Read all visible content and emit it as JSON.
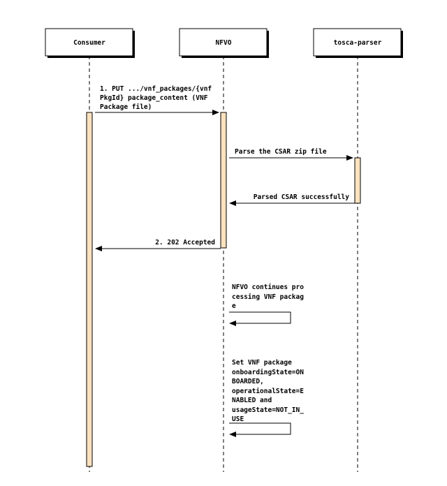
{
  "actors": {
    "consumer": "Consumer",
    "nfvo": "NFVO",
    "tosca_parser": "tosca-parser"
  },
  "messages": {
    "m1": [
      "1. PUT .../vnf_packages/{vnf",
      "PkgId} package_content (VNF",
      "Package file)"
    ],
    "m2": "Parse the CSAR zip file",
    "m3": "Parsed CSAR successfully",
    "m4": "2. 202 Accepted",
    "m5": [
      "NFVO continues pro",
      "cessing VNF packag",
      "e"
    ],
    "m6": [
      "Set VNF package",
      "onboardingState=ON",
      "BOARDED,",
      "operationalState=E",
      "NABLED and",
      "usageState=NOT_IN_",
      "USE"
    ]
  },
  "colors": {
    "activation_fill": "#fde2bf",
    "line": "#000000",
    "box_fill": "#ffffff"
  }
}
